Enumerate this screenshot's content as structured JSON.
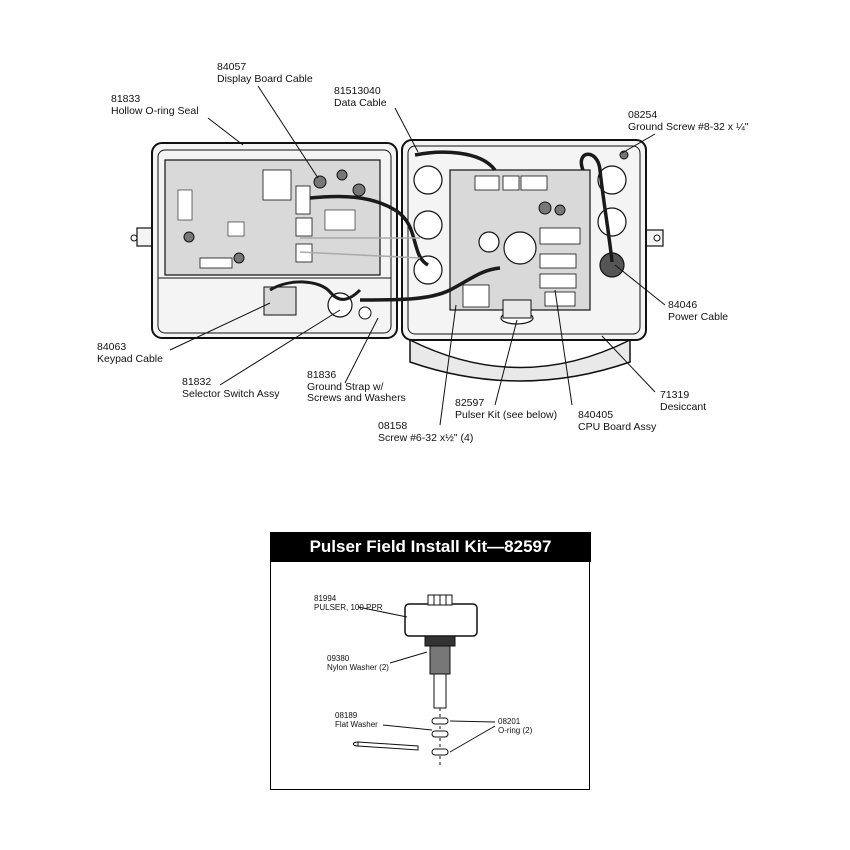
{
  "callouts": [
    {
      "id": "84057",
      "part": "84057",
      "desc": [
        "Display Board Cable"
      ]
    },
    {
      "id": "81833",
      "part": "81833",
      "desc": [
        "Hollow O-ring Seal"
      ]
    },
    {
      "id": "81513040",
      "part": "81513040",
      "desc": [
        "Data Cable"
      ]
    },
    {
      "id": "08254",
      "part": "08254",
      "desc": [
        "Ground Screw #8-32 x ¼\""
      ]
    },
    {
      "id": "84046",
      "part": "84046",
      "desc": [
        "Power Cable"
      ]
    },
    {
      "id": "84063",
      "part": "84063",
      "desc": [
        "Keypad Cable"
      ]
    },
    {
      "id": "81832",
      "part": "81832",
      "desc": [
        "Selector Switch Assy"
      ]
    },
    {
      "id": "81836",
      "part": "81836",
      "desc": [
        "Ground Strap w/",
        "Screws and Washers"
      ]
    },
    {
      "id": "82597",
      "part": "82597",
      "desc": [
        "Pulser Kit (see below)"
      ]
    },
    {
      "id": "840405",
      "part": "840405",
      "desc": [
        "CPU Board Assy"
      ]
    },
    {
      "id": "71319",
      "part": "71319",
      "desc": [
        "Desiccant"
      ]
    },
    {
      "id": "08158",
      "part": "08158",
      "desc": [
        "Screw #6-32 x½\" (4)"
      ]
    }
  ],
  "kit": {
    "title": "Pulser Field Install Kit—82597",
    "parts": [
      {
        "part": "81994",
        "desc": "PULSER, 100 PPR"
      },
      {
        "part": "09380",
        "desc": "Nylon Washer (2)"
      },
      {
        "part": "08189",
        "desc": "Flat Washer"
      },
      {
        "part": "08201",
        "desc": "O-ring (2)"
      }
    ]
  },
  "colors": {
    "line": "#111111",
    "board": "#d9d9d9",
    "enclosure": "#f4f4f4",
    "cable": "#1a1a1a"
  }
}
